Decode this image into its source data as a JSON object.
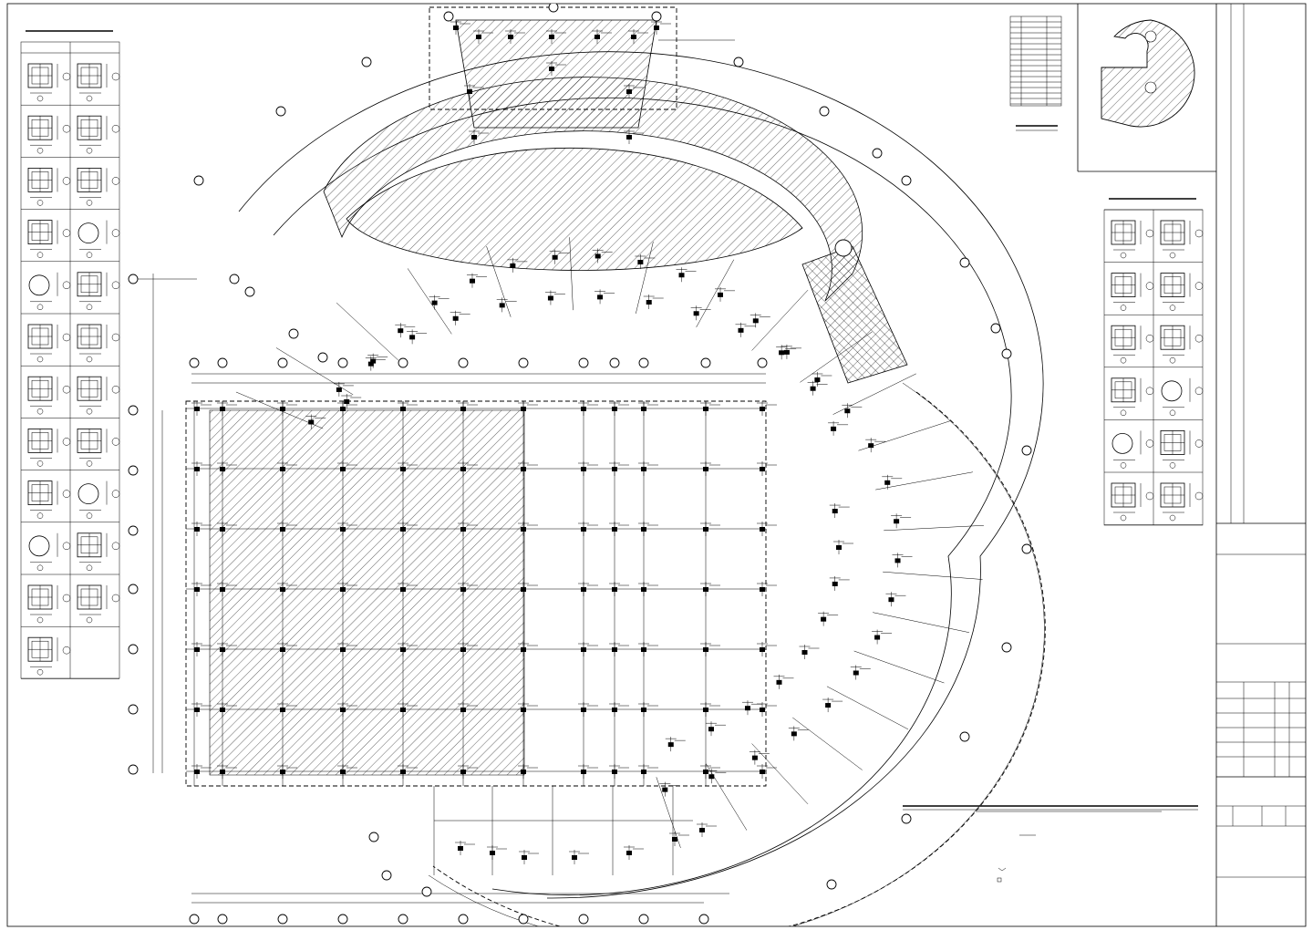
{
  "drawing": {
    "background": "#ffffff",
    "line_color": "#000000",
    "hatch": "diagonal",
    "crosshatch_zone": "cross-hatched",
    "title_block": "blank"
  }
}
